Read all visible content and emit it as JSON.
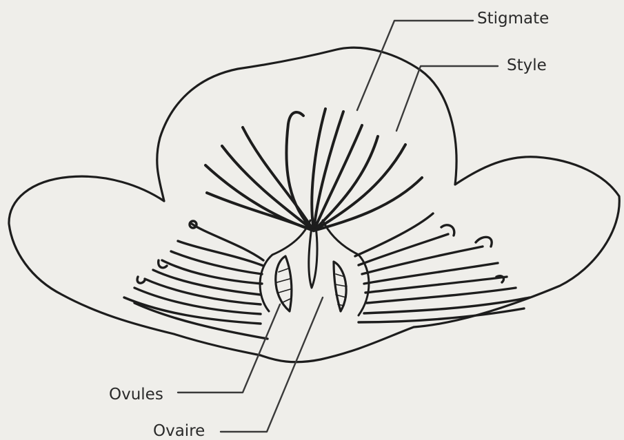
{
  "labels": {
    "stigmate": "Stigmate",
    "style": "Style",
    "ovules": "Ovules",
    "ovaire": "Ovaire"
  },
  "colors": {
    "ink": "#1d1d1d",
    "leader": "#3a3a3a",
    "paper": "#efeeea"
  }
}
